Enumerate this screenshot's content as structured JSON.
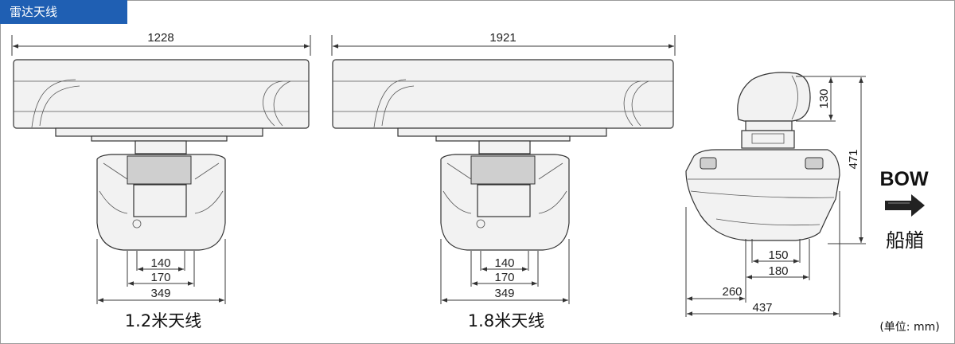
{
  "header": {
    "tab_label": "雷达天线"
  },
  "unit_note": "(单位: mm)",
  "antenna_1_2": {
    "caption": "1.2米天线",
    "width_label": "1228",
    "dims": [
      "140",
      "170",
      "349"
    ]
  },
  "antenna_1_8": {
    "caption": "1.8米天线",
    "width_label": "1921",
    "dims": [
      "140",
      "170",
      "349"
    ]
  },
  "side_view": {
    "height_top": "130",
    "height_total": "471",
    "dims": [
      "150",
      "180",
      "260",
      "437"
    ]
  },
  "bow": {
    "label": "BOW",
    "label_cn": "船艏"
  }
}
